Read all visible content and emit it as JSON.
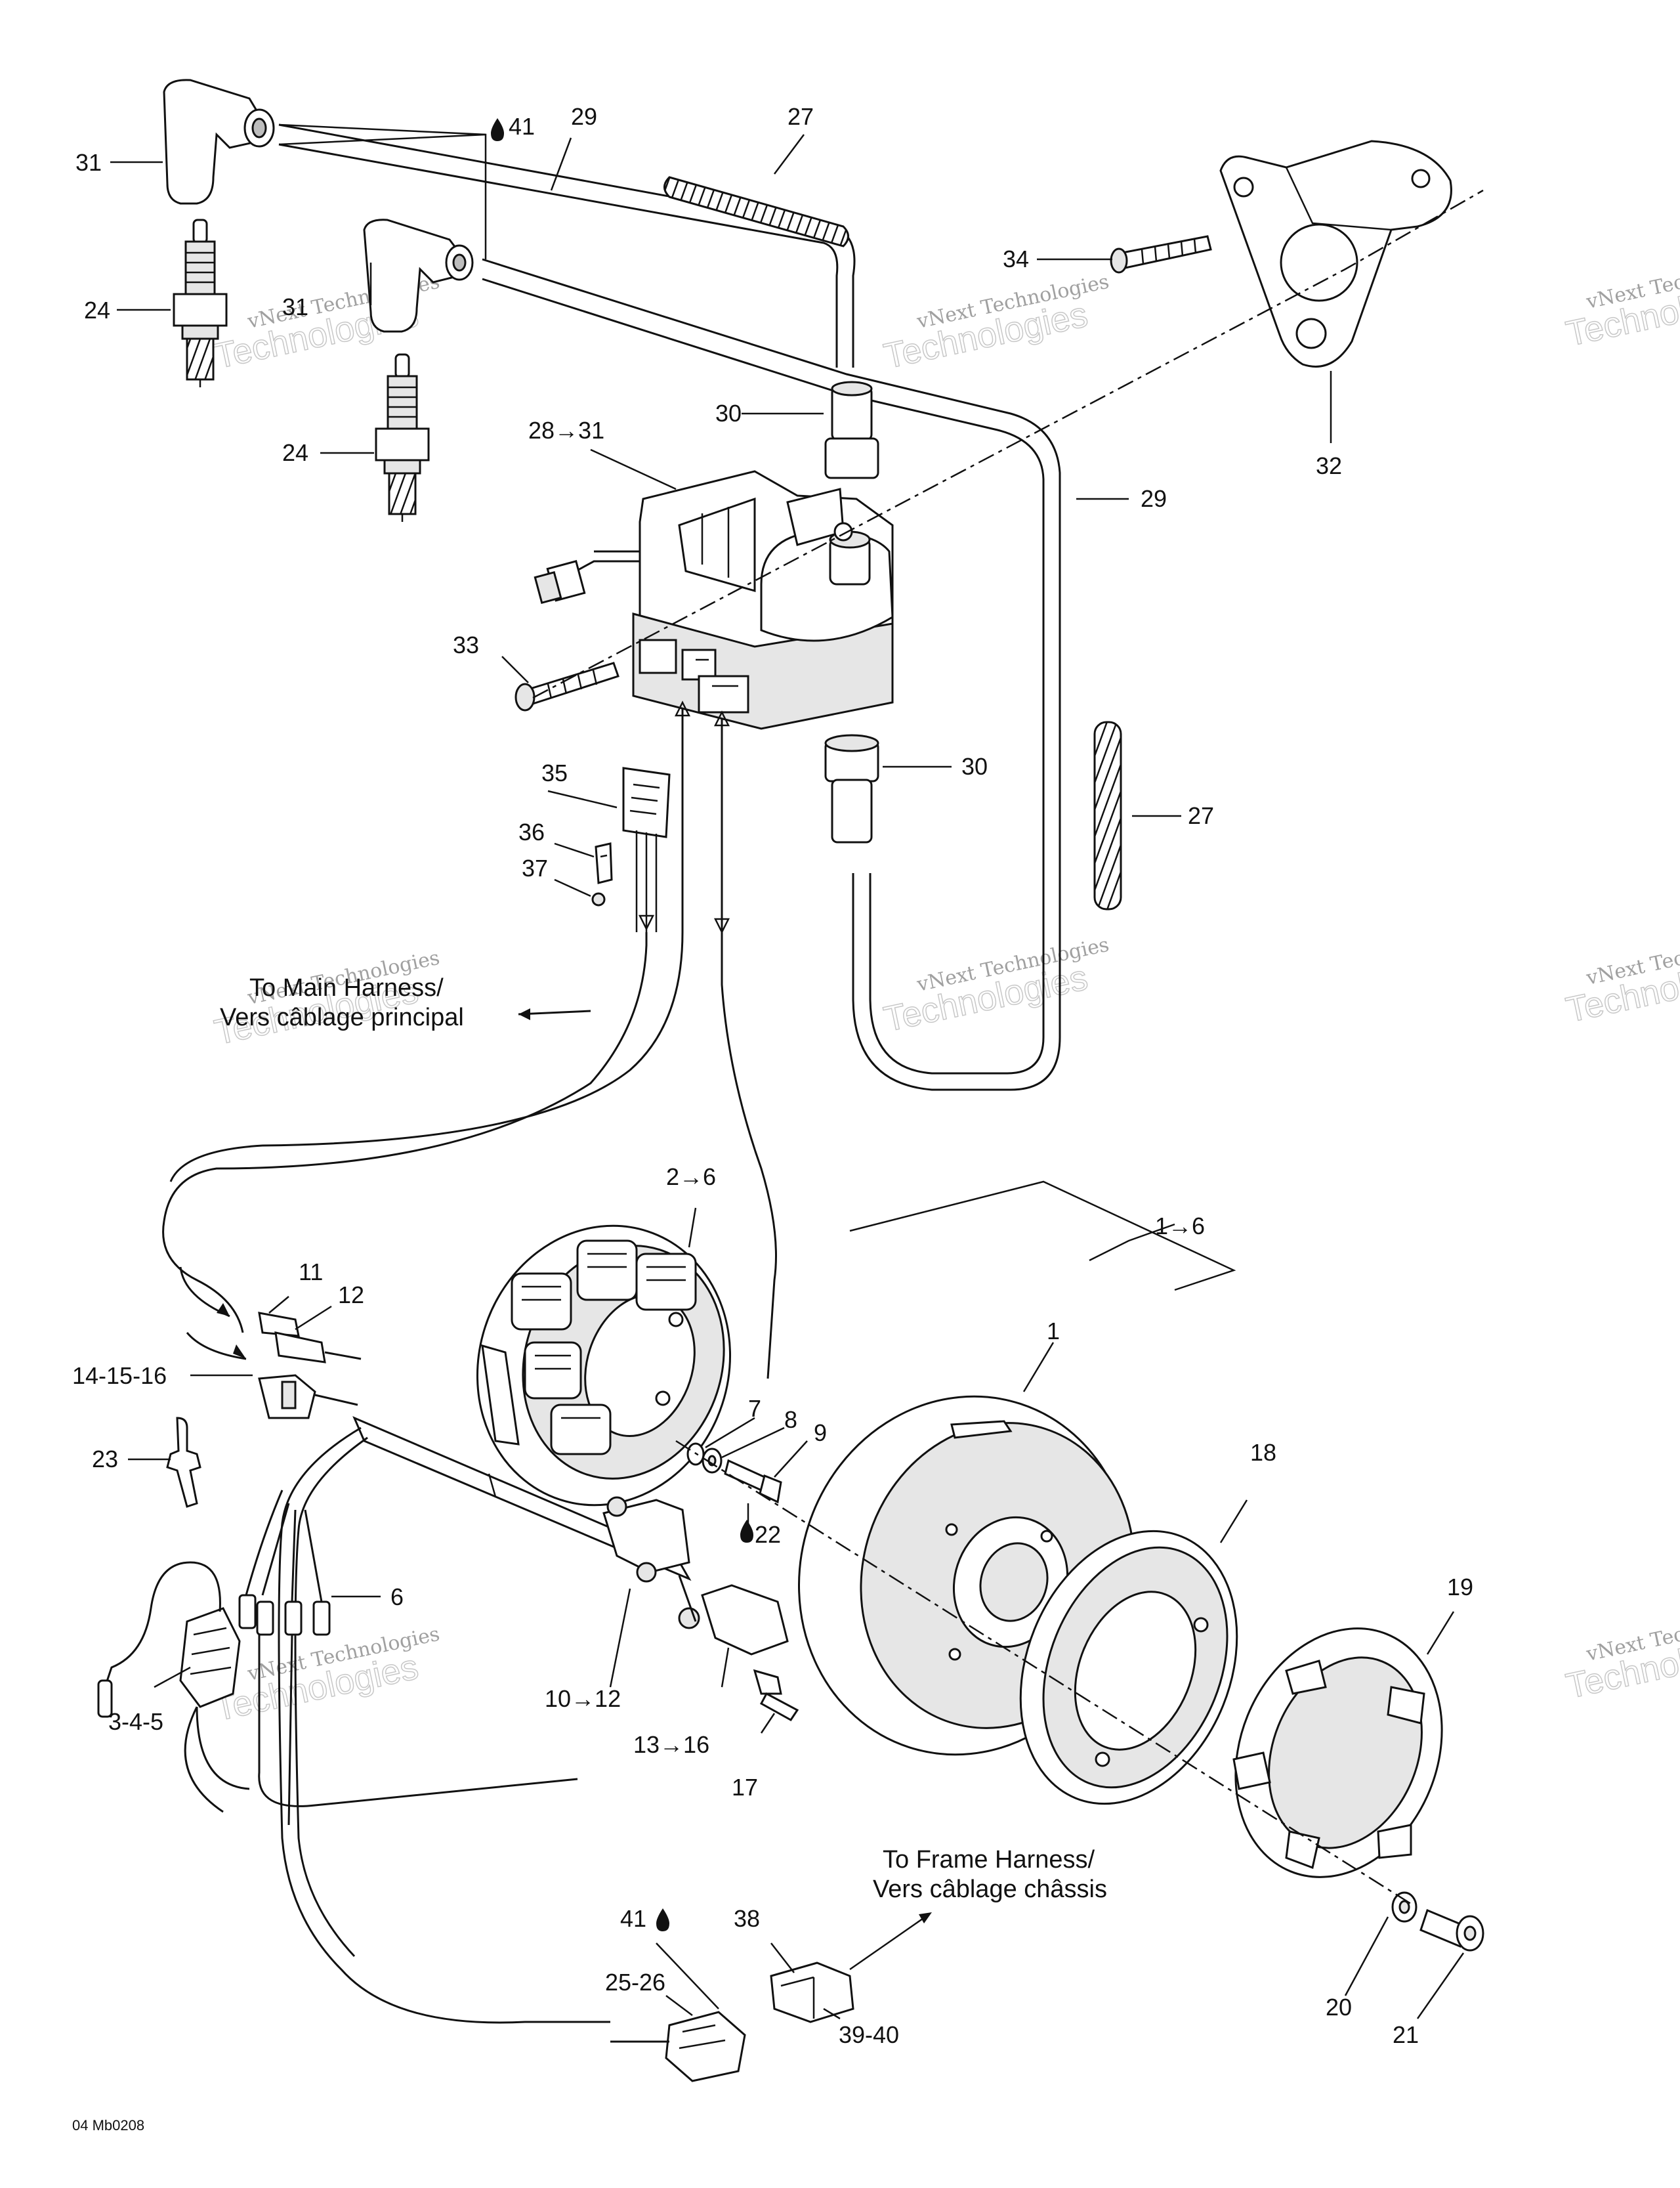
{
  "diagram": {
    "drawing_code": "04 Mb0208",
    "watermark": {
      "line1": "vNext Technologies",
      "line2": "Technologies"
    },
    "captions": {
      "main_harness_en": "To Main Harness/",
      "main_harness_fr": "Vers câblage principal",
      "frame_harness_en": "To Frame Harness/",
      "frame_harness_fr": "Vers câblage châssis"
    },
    "callouts": {
      "c1": "1",
      "c1_6": "1→6",
      "c2_6": "2→6",
      "c3_4_5": "3-4-5",
      "c6": "6",
      "c7": "7",
      "c8": "8",
      "c9": "9",
      "c10_12": "10→12",
      "c11": "11",
      "c12": "12",
      "c13_16": "13→16",
      "c14_15_16": "14-15-16",
      "c17": "17",
      "c18": "18",
      "c19": "19",
      "c20": "20",
      "c21": "21",
      "c22": "22",
      "c23": "23",
      "c24a": "24",
      "c24b": "24",
      "c25_26": "25-26",
      "c27a": "27",
      "c27b": "27",
      "c28_31": "28→31",
      "c29a": "29",
      "c29b": "29",
      "c30a": "30",
      "c30b": "30",
      "c31a": "31",
      "c31b": "31",
      "c32": "32",
      "c33": "33",
      "c34": "34",
      "c35": "35",
      "c36": "36",
      "c37": "37",
      "c38": "38",
      "c39_40": "39-40",
      "c41a": "41",
      "c41b": "41"
    }
  }
}
